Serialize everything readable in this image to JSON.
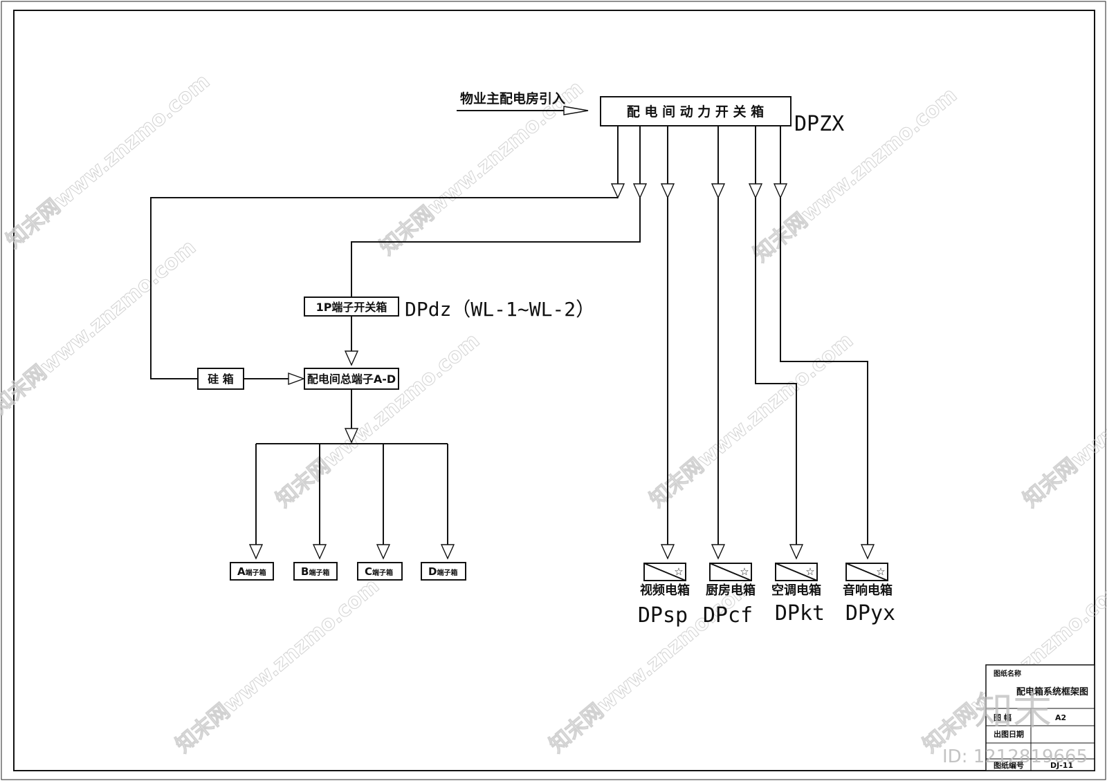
{
  "source_label": "物业主配电房引入",
  "main_panel": {
    "label": "配 电 间 动 力 开 关 箱",
    "code": "DPZX"
  },
  "terminal_switch_box": {
    "label": "1P端子开关箱",
    "code": "DPdz（WL-1~WL-2）"
  },
  "silicon_box": {
    "label": "硅 箱"
  },
  "main_terminal": {
    "label": "配电间总端子A-D"
  },
  "terminal_boxes": [
    {
      "letter": "A",
      "label": "端子箱"
    },
    {
      "letter": "B",
      "label": "端子箱"
    },
    {
      "letter": "C",
      "label": "端子箱"
    },
    {
      "letter": "D",
      "label": "端子箱"
    }
  ],
  "panels": [
    {
      "label": "视频电箱",
      "code": "DPsp"
    },
    {
      "label": "厨房电箱",
      "code": "DPcf"
    },
    {
      "label": "空调电箱",
      "code": "DPkt"
    },
    {
      "label": "音响电箱",
      "code": "DPyx"
    }
  ],
  "title_block": {
    "name_label": "图纸名称",
    "name": "配电箱系统框架图",
    "scale_label": "图 幅",
    "scale_value": "A2",
    "date_label": "出图日期",
    "drawing_no_label": "图纸编号",
    "drawing_no": "DJ-11"
  },
  "watermark": {
    "text": "知末网www.znzmo.com",
    "brand": "知末",
    "id": "ID: 1212819665"
  }
}
